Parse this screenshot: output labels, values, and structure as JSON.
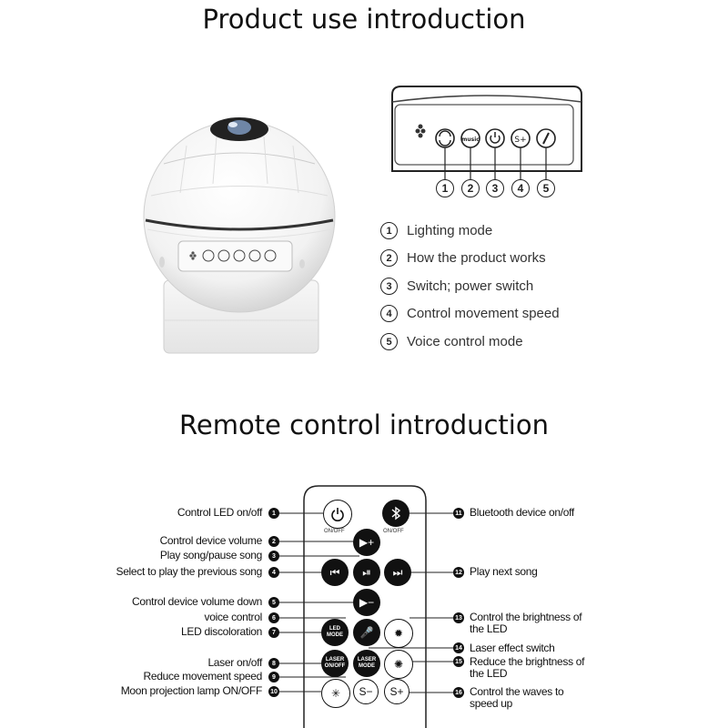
{
  "titles": {
    "product": "Product use introduction",
    "remote": "Remote control introduction"
  },
  "panel": {
    "numbers": [
      "1",
      "2",
      "3",
      "4",
      "5"
    ],
    "music_label": "music"
  },
  "legend": [
    {
      "num": "1",
      "text": "Lighting mode"
    },
    {
      "num": "2",
      "text": "How the product works"
    },
    {
      "num": "3",
      "text": "Switch; power switch"
    },
    {
      "num": "4",
      "text": "Control movement speed"
    },
    {
      "num": "5",
      "text": "Voice control mode"
    }
  ],
  "remote": {
    "onoff": "ON/OFF",
    "led_mode": "LED MODE",
    "laser_onoff": "LASER ON/OFF",
    "laser_mode": "LASER MODE",
    "s_minus": "S−",
    "s_plus": "S+",
    "left_labels": [
      {
        "num": "1",
        "text": "Control LED on/off"
      },
      {
        "num": "2",
        "text": "Control device volume"
      },
      {
        "num": "3",
        "text": "Play song/pause song"
      },
      {
        "num": "4",
        "text": "Select to play the previous song"
      },
      {
        "num": "5",
        "text": "Control device volume down"
      },
      {
        "num": "6",
        "text": "voice control"
      },
      {
        "num": "7",
        "text": "LED discoloration"
      },
      {
        "num": "8",
        "text": "Laser on/off"
      },
      {
        "num": "9",
        "text": "Reduce movement speed"
      },
      {
        "num": "10",
        "text": "Moon projection lamp ON/OFF"
      }
    ],
    "right_labels": [
      {
        "num": "11",
        "text": "Bluetooth device on/off"
      },
      {
        "num": "12",
        "text": "Play next song"
      },
      {
        "num": "13",
        "text": "Control the brightness of the LED"
      },
      {
        "num": "14",
        "text": "Laser effect switch"
      },
      {
        "num": "15",
        "text": "Reduce the brightness of the LED"
      },
      {
        "num": "16",
        "text": "Control the waves to speed up"
      }
    ]
  }
}
